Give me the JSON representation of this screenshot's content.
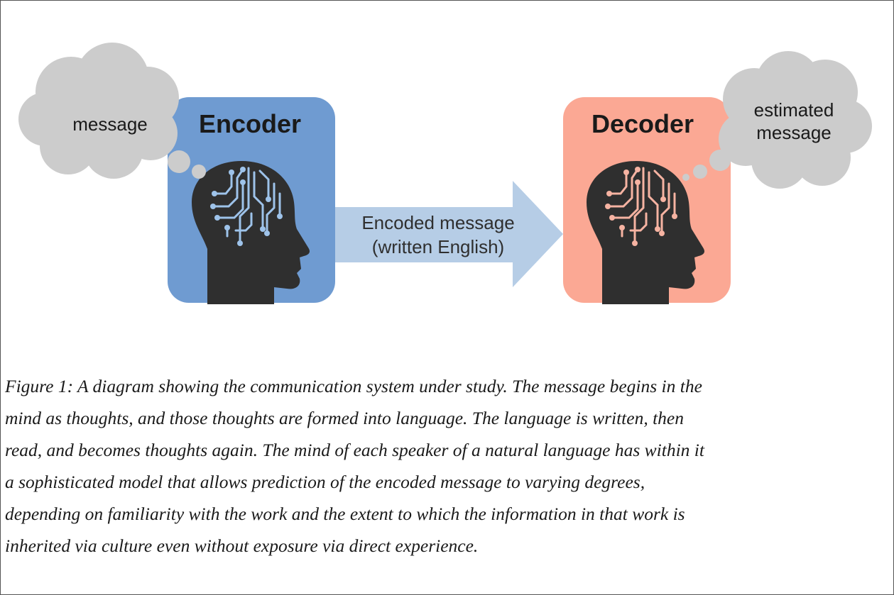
{
  "diagram": {
    "encoder": {
      "title": "Encoder",
      "thought": "message",
      "color": "#6f9bd1"
    },
    "decoder": {
      "title": "Decoder",
      "thought_lines": [
        "estimated",
        "message"
      ],
      "color": "#fba894"
    },
    "arrow": {
      "lines": [
        "Encoded message",
        "(written English)"
      ],
      "color": "#b6cde6"
    },
    "cloud_color": "#cccccc",
    "head_color": "#2f2f2f",
    "circuit_colors": {
      "encoder": "#9ec3ea",
      "decoder": "#f6b3a2"
    }
  },
  "caption": {
    "lines": [
      "Figure 1: A diagram showing the communication system under study. The message begins in the",
      "mind as thoughts, and those thoughts are formed into language. The language is written, then",
      "read, and becomes thoughts again. The mind of each speaker of a natural language has within it",
      "a sophisticated model that allows prediction of the encoded message to varying degrees,",
      "depending on familiarity with the work and the extent to which the information in that work is",
      "inherited via culture even without exposure via direct experience."
    ]
  }
}
